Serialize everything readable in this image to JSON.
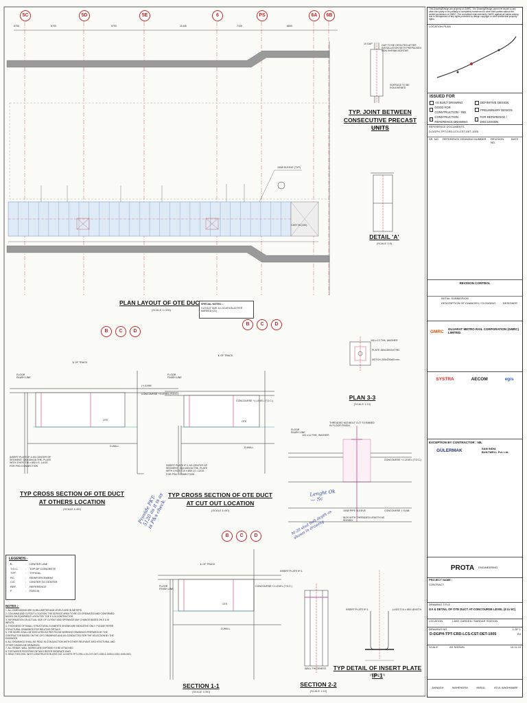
{
  "grid_top": [
    "5C",
    "5D",
    "5E",
    "6",
    "PS",
    "6A",
    "6B"
  ],
  "grid_lower": [
    "B",
    "C",
    "D"
  ],
  "dims_top": [
    "6700",
    "6700",
    "9700",
    "11445",
    "7100",
    "6800"
  ],
  "plan": {
    "title": "PLAN LAYOUT OF OTE DUCT",
    "scale": "(SCALE 1=100)",
    "special_notes_title": "SPECIAL NOTES :-",
    "special_note_1": "CUTOUT SIZE & LOCATION AS PER MARKED (LV)",
    "sleeve_note": "100Ø SLEEVE (TYP)",
    "cast_in": "CAST IN (100)"
  },
  "joint": {
    "title_l1": "TYP. JOINT BETWEEN",
    "title_l2": "CONSECUTIVE PRECAST UNITS",
    "scale": "(SCALE 1:5)",
    "note1": "GAP TO BE GROUTED AFTER INSTALLATION WITH PREPACKED NON SHRINK MORTAR",
    "note2": "SURFACE TO BE ROUGHENED",
    "gap": "10 GAP"
  },
  "detail_a": {
    "title": "DETAIL 'A'",
    "scale": "(SCALE 1:5)"
  },
  "plan33": {
    "title": "PLAN 3-3",
    "scale": "(SCALE 1:10)"
  },
  "sec_others": {
    "title_l1": "TYP CROSS SECTION OF OTE DUCT",
    "title_l2": "AT OTHERS LOCATION",
    "scale": "(SCALE 1=50)"
  },
  "sec_cutout": {
    "title_l1": "TYP CROSS SECTION OF OTE DUCT",
    "title_l2": "AT CUT OUT LOCATION",
    "scale": "(SCALE 1=50)"
  },
  "sec11": {
    "title": "SECTION 1-1",
    "scale": "(SCALE 1=50)"
  },
  "sec22": {
    "title": "SECTION 2-2",
    "scale": "(SCALE 1:10)"
  },
  "insert_plate": {
    "title": "TYP DETAIL OF INSERT PLATE IP-1",
    "scale": "(SCALE 1:5)"
  },
  "labels": {
    "cl_track": "℄ OF TRACK",
    "floor_finish": "FLOOR FINISH LINE",
    "concourse": "CONCOURSE +1 LEVEL (T.O.C.)",
    "ote": "OTE",
    "dwall": "D-WALL",
    "ip_note": "INSERT PLATE IP-1 AS CENTER OF SEGMENT. 150x150x16 THK. PLATE WITH 3 NOS T10 x 850 LG. LUGS FOR PSD CONNECTION",
    "level": "(+) 8.MM",
    "concourse_slab": "CONCOURSE 1 SLAB",
    "pipe_sleeve": "100Ø PIPE SLEEVE",
    "threaded": "M-20 WITH THREADED LENGTH AS SHOWN",
    "bolt_note": "THREADED M20 BOLT CUT TO EMBED IN FLOOR FINISH",
    "washer": "100 x 12 THK. WASHER",
    "plate": "PLATE 150x150x16 THK.",
    "notch": "NOTCH 200x200x45 mm",
    "lugs": "LUGS T10 x 850 LENGTH",
    "wall_thk": "WALL THICKNESS",
    "ip1": "INSERT PLATE IP-1"
  },
  "handwritten": {
    "note1": "Provide PKT-5120 as it is as is P&s check.",
    "note2": "Lenght Ok — Sc",
    "note3": "M-20 stud bolt depth as shown in drawing"
  },
  "legend": {
    "title": "LEGENDS:-",
    "items": [
      {
        "code": "℄",
        "desc": "CENTER LINE"
      },
      {
        "code": "T.O.C.",
        "desc": "TOP OF CONCRETE"
      },
      {
        "code": "TYP",
        "desc": "TYPICAL"
      },
      {
        "code": "RC",
        "desc": "REINFORCEMENT"
      },
      {
        "code": "C/C",
        "desc": "CENTER TO CENTER"
      },
      {
        "code": "REF.",
        "desc": "REFERENCE"
      },
      {
        "code": "F",
        "desc": "FASCIA"
      }
    ]
  },
  "notes": {
    "title": "NOTES :-",
    "lines": [
      "1. ALL DIMENSIONS ARE IN MILLIMETER AND LEVELS ARE IN METERS.",
      "2. COLUMNS AND CUTOUT LOCATION, THE SERVICE AREA TO BE CO-ORDINATED AND CONFIRMED",
      "   BASED ON EQUIPMENT LAYOUT BY THE E & M CONTRACTOR.",
      "3. INFORMATION ON ACTUAL SIZE OF CUTOUT AND OPENINGS MAY CHANGE BASED ON E & M",
      "   INPUTS.",
      "4. THICKNESS OF SMALL STRUCTURAL ELEMENTS SHOWN ARE INDICATIVE ONLY. PLEASE REFER",
      "   STRUCTURAL DRAWINGS FOR RELATIVE DETAILS.",
      "5. THE WORK SHALL BE EXECUTED AS PER RC/DM WORKING DRAWINGS PREPARED BY THE",
      "   CONTRACTOR BASED ON THE GFC DRAWINGS AND AS CONDUCTED FOR THE SELECTION BY THE",
      "   ENGINEER.",
      "6. ALL DRAWINGS SHALL BE READ IN CONJUNCTION WITH OTHER RELEVANT ARCHITECTURAL AND",
      "   OTHER DISCIPLINE DRAWINGS.",
      "7. ALL REBAR, WALL WORKS ARE EXPOSED TO BE ATTACHED.",
      "8. FOR WATER PROOFING DETAILS REFER SEPARATE DWG.",
      "9. READ THIS DRG. WITH CONSTRUCTION DRG. NO. D-DGPH-TPT-CRD-LCS-CST-DET-1005 & 1008 & 1004-1005-0301"
    ]
  },
  "titleblock": {
    "disclaimer": "This Drawing/Design are property of GMRC. The Drawing/Design cannot be issued to any other third party or be partially or completely transferred to other third parties without the written permission of GMRC. The consultant shall indemnify GMRC against all claims arising due to infringement of any rights protected by design copyright or other intellectual property rights.",
    "location_plan": "LOCATION PLAN",
    "issued_for": "ISSUED FOR",
    "issued_options": [
      {
        "label": "AS BUILT DRAWING",
        "checked": false
      },
      {
        "label": "DEFINITIVE DESIGN",
        "checked": false
      },
      {
        "label": "GOOD FOR CONSTRUCTION - IND",
        "checked": false
      },
      {
        "label": "PRELIMINARY DESIGN",
        "checked": false
      },
      {
        "label": "CONSTRUCTION REFERENCE DRAWING",
        "checked": true
      },
      {
        "label": "FOR REFERENCE / DISCUSSION",
        "checked": false
      }
    ],
    "ref_header": "REFERENCE DOCUMENTS",
    "ref_code": "D-DGPH-TPT-CRD-LCS-CST-DET-1005",
    "rev_no_h": "SR. NO.",
    "rev_desc_h": "REFERENCE DRAWING NUMBER",
    "rev_num_h": "REVISION NO.",
    "rev_date_h": "DATE",
    "rev_control": "REVISION CONTROL",
    "rev_row1": "INITIAL SUBMISSION",
    "rev_col_desc": "DESCRIPTION OF CHANGES / CLOUDING",
    "rev_col_designer": "DESIGNER",
    "client": "GUJARAT METRO RAIL CORPORATION (GMRC) LIMITED.",
    "client_logo": "GMRC",
    "contractor_label": "EXCEPTION BY CONTRACTOR : NIL",
    "contractor1": "GÜLERMAK",
    "contractor2": "SAM INDIA BUILTWELL Pvt. Ltd.",
    "consultant_logos": [
      "SYSTRA",
      "AECOM",
      "egis"
    ],
    "designer": "PROTA",
    "designer_sub": "ENGINEERING",
    "project_name_label": "PROJECT NAME :",
    "contract_label": "CONTRACT",
    "drawing_title_label": "DRAWING TITLE",
    "drawing_title": "GA & DETAIL OF OTE DUCT AT CONCOURSE LEVEL (6 to 5C)",
    "location_label": "LOCATION",
    "location_value": "LAKE GARDEN / SARDAR STATION",
    "drawing_no_label": "DRAWING NO.",
    "drawing_no": "D-DGPH-TPT-CRD-LCS-CST-DET-1005",
    "sheet": "1 OF 1",
    "rev": "R4",
    "scale_label": "SCALE",
    "scale_value": "AS SHOWN",
    "date_value": "15.11.24",
    "signatures": [
      "AVINASH",
      "MAHENDRA",
      "ANSUL",
      "ATUL WAGHMARE"
    ]
  }
}
